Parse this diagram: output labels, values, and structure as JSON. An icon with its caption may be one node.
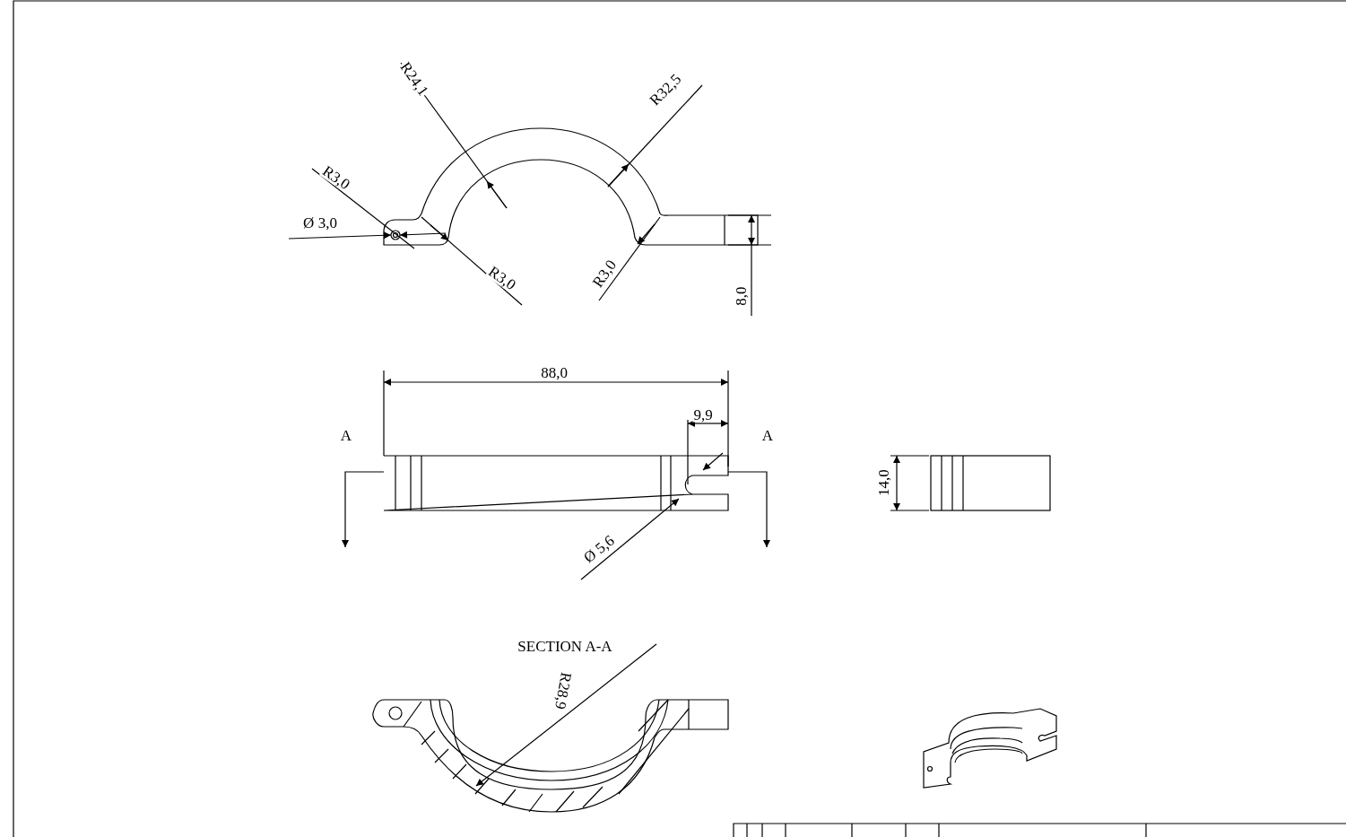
{
  "diagram": {
    "labels": [
      "R24,1",
      "R32,5",
      "R3,0",
      "Ø 3,0",
      "R3,0",
      "R3,0",
      "8,0",
      "88,0",
      "9,9",
      "A",
      "A",
      "Ø 5,6",
      "14,0",
      "SECTION A-A",
      "R28,9"
    ]
  }
}
